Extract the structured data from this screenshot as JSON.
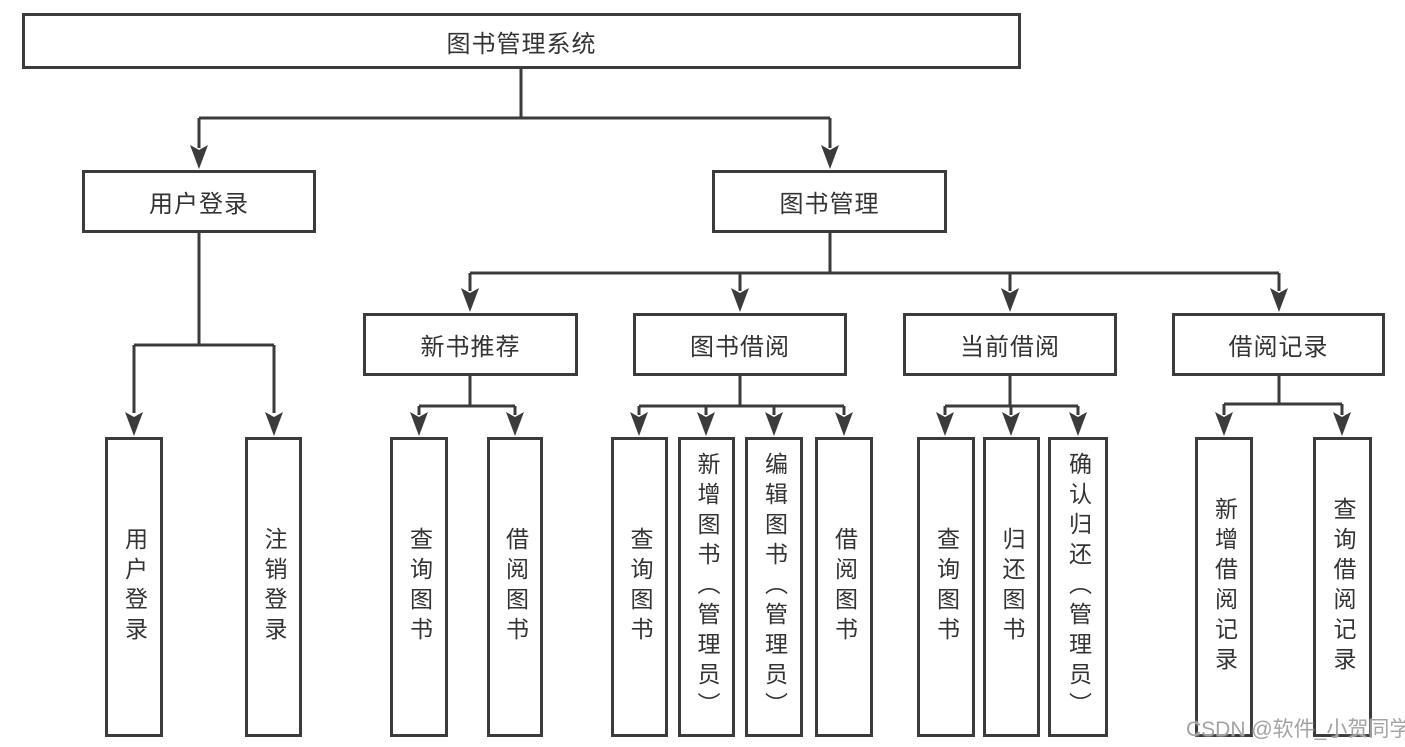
{
  "diagram_title": "图书管理系统",
  "nodes": {
    "root": "图书管理系统",
    "level2": [
      "用户登录",
      "图书管理"
    ],
    "level3": [
      "新书推荐",
      "图书借阅",
      "当前借阅",
      "借阅记录"
    ],
    "leaves": [
      "用户登录",
      "注销登录",
      "查询图书",
      "借阅图书",
      "查询图书",
      "新增图书（管理员）",
      "编辑图书（管理员）",
      "借阅图书",
      "查询图书",
      "归还图书",
      "确认归还（管理员）",
      "新增借阅记录",
      "查询借阅记录"
    ]
  },
  "watermark": {
    "text": "CSDN @软件_小贺同学"
  },
  "colors": {
    "line": "#3b3b3b",
    "text": "#333333",
    "background": "#ffffff",
    "watermark": "#a3a3a3"
  }
}
